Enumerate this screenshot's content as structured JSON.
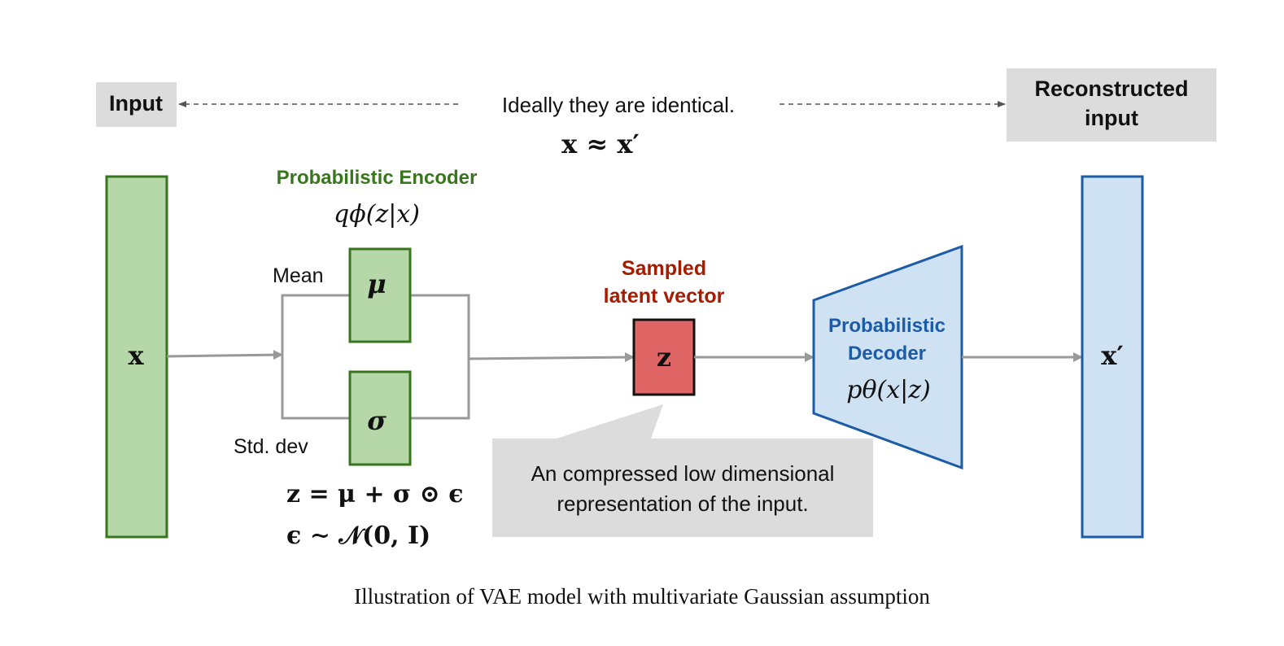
{
  "labels": {
    "input": "Input",
    "reconstructed_line1": "Reconstructed",
    "reconstructed_line2": "input",
    "identical_note": "Ideally they are identical.",
    "approx_formula": "x ≈ x′",
    "encoder_title": "Probabilistic Encoder",
    "encoder_formula": "qϕ(z|x)",
    "mean": "Mean",
    "std_dev": "Std. dev",
    "mu": "μ",
    "sigma": "σ",
    "x": "x",
    "x_prime": "x′",
    "z": "z",
    "sampled_line1": "Sampled",
    "sampled_line2": "latent vector",
    "decoder_line1": "Probabilistic",
    "decoder_line2": "Decoder",
    "decoder_formula": "pθ(x|z)",
    "reparam_formula": "z = μ + σ ⊙ ϵ",
    "noise_formula": "ϵ ∼ 𝒩(0, I)",
    "callout_line1": "An compressed low dimensional",
    "callout_line2": "representation of the input."
  },
  "caption": "Illustration of VAE model with multivariate Gaussian assumption",
  "colors": {
    "green_fill": "#b6d7a8",
    "green_stroke": "#38761d",
    "green_text": "#38761d",
    "blue_fill": "#cfe2f3",
    "blue_stroke": "#1c5ba5",
    "blue_text": "#1c5ba5",
    "red_fill": "#e06666",
    "red_text": "#a61c00",
    "gray_box": "#dcdcdc",
    "arrow": "#999999"
  }
}
